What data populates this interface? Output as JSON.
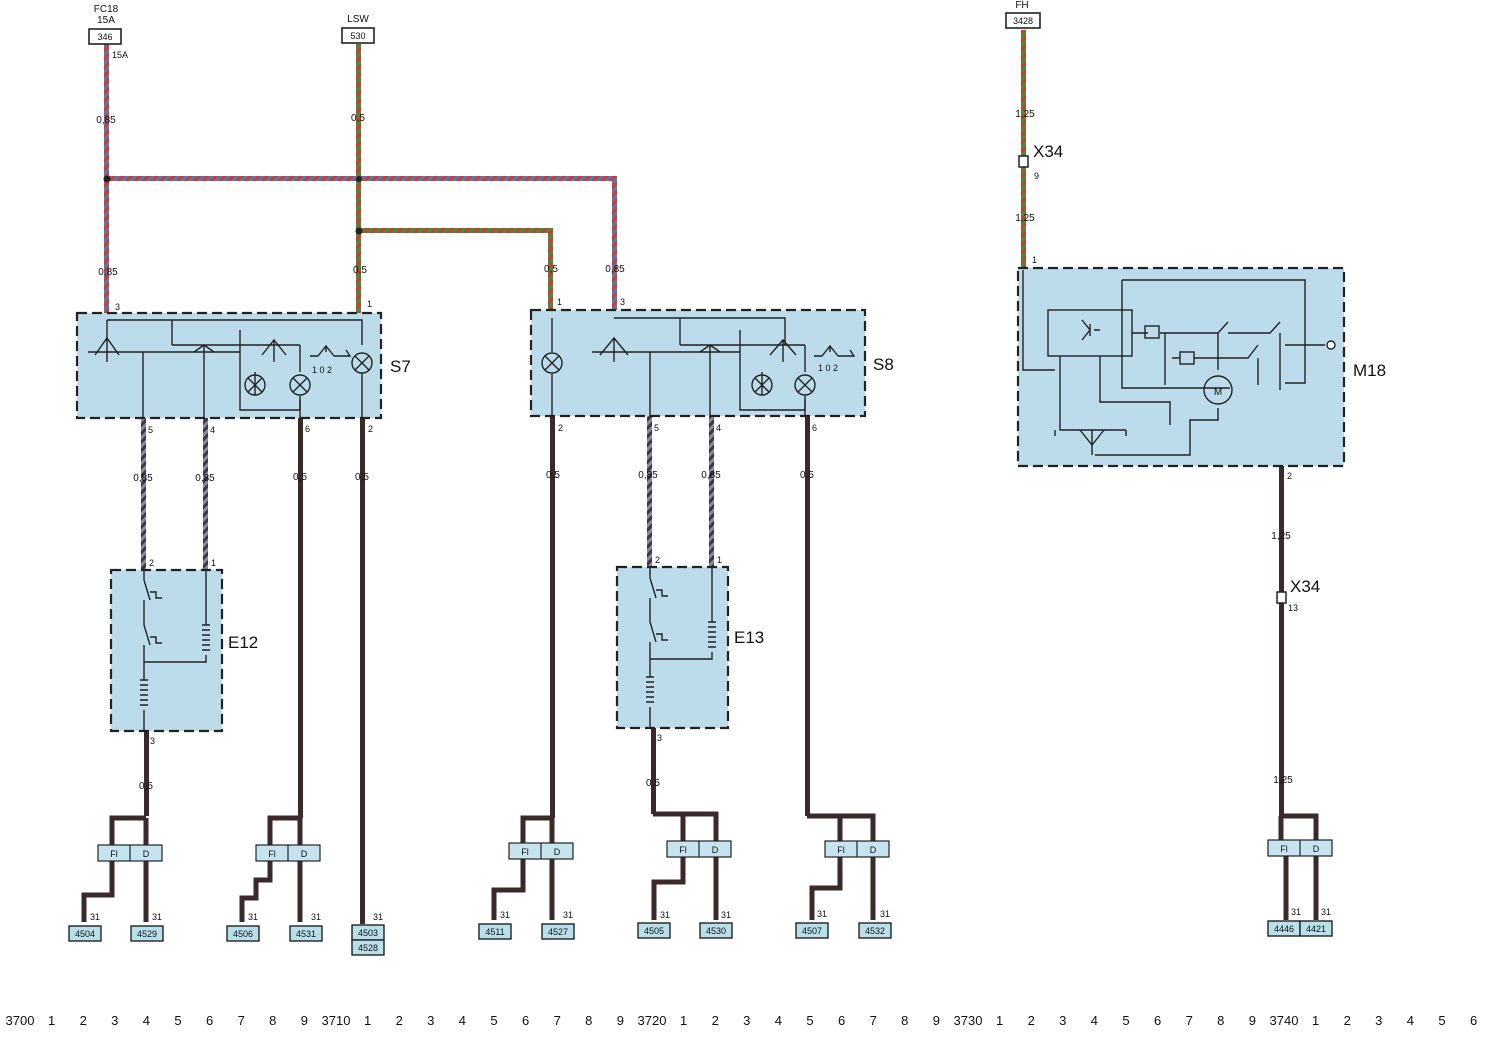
{
  "top_sources": [
    {
      "label": "FC18",
      "sub": "15A",
      "tag": "346",
      "side": "15A"
    },
    {
      "label": "LSW",
      "tag": "530"
    },
    {
      "label": "FH",
      "tag": "3428"
    }
  ],
  "components": {
    "S7": "S7",
    "S8": "S8",
    "M18": "M18",
    "E12": "E12",
    "E13": "E13",
    "connector": "X34",
    "connector_pin_top": "9",
    "connector_pin_bottom": "13",
    "motor_symbol": "M",
    "switch_positions": "1 0 2"
  },
  "wire_sizes": {
    "fc18_upper": "0,85",
    "fc18_lower": "0,85",
    "lsw_upper": "0,5",
    "lsw_lower": "0,5",
    "s8_left": "0,5",
    "s8_right": "0,85",
    "fh_upper": "1,25",
    "fh_lower": "1,25",
    "s7_out5": "0,85",
    "s7_out4": "0,85",
    "s7_out6": "0,5",
    "s7_out2": "0,5",
    "s8_out2": "0,5",
    "s8_out5": "0,85",
    "s8_out4": "0,85",
    "s8_out6": "0,5",
    "m18_out": "1,25",
    "m18_x34_out": "1,25",
    "e12_out": "0,5",
    "e13_out": "0,5"
  },
  "pins": {
    "s7_in3": "3",
    "s7_in1": "1",
    "s7_out5": "5",
    "s7_out4": "4",
    "s7_out6": "6",
    "s7_out2": "2",
    "s8_in1": "1",
    "s8_in3": "3",
    "s8_out2": "2",
    "s8_out5": "5",
    "s8_out4": "4",
    "s8_out6": "6",
    "m18_in1": "1",
    "m18_out2": "2",
    "e12_p2": "2",
    "e12_p1": "1",
    "e12_p3": "3",
    "e13_p2": "2",
    "e13_p1": "1",
    "e13_p3": "3"
  },
  "splice_labels": {
    "fl": "Fl",
    "d": "D"
  },
  "grounds": [
    {
      "pin": "31",
      "tag": "4504"
    },
    {
      "pin": "31",
      "tag": "4529"
    },
    {
      "pin": "31",
      "tag": "4506"
    },
    {
      "pin": "31",
      "tag": "4531"
    },
    {
      "pin": "31",
      "tag": "4503",
      "tag2": "4528"
    },
    {
      "pin": "31",
      "tag": "4511"
    },
    {
      "pin": "31",
      "tag": "4527"
    },
    {
      "pin": "31",
      "tag": "4505"
    },
    {
      "pin": "31",
      "tag": "4530"
    },
    {
      "pin": "31",
      "tag": "4507"
    },
    {
      "pin": "31",
      "tag": "4532"
    },
    {
      "pin": "31",
      "tag": "4446"
    },
    {
      "pin": "31",
      "tag": "4421"
    }
  ],
  "ruler": [
    "3700",
    "1",
    "2",
    "3",
    "4",
    "5",
    "6",
    "7",
    "8",
    "9",
    "3710",
    "1",
    "2",
    "3",
    "4",
    "5",
    "6",
    "7",
    "8",
    "9",
    "3720",
    "1",
    "2",
    "3",
    "4",
    "5",
    "6",
    "7",
    "8",
    "9",
    "3730",
    "1",
    "2",
    "3",
    "4",
    "5",
    "6",
    "7",
    "8",
    "9",
    "3740",
    "1",
    "2",
    "3",
    "4",
    "5",
    "6"
  ],
  "colors": {
    "box_fill": "#bcdcec",
    "red": "#d23a2a",
    "green": "#3d8f3a",
    "blue": "#5578b8",
    "brown": "#3a2a2a",
    "grey": "#9a9aa8"
  }
}
